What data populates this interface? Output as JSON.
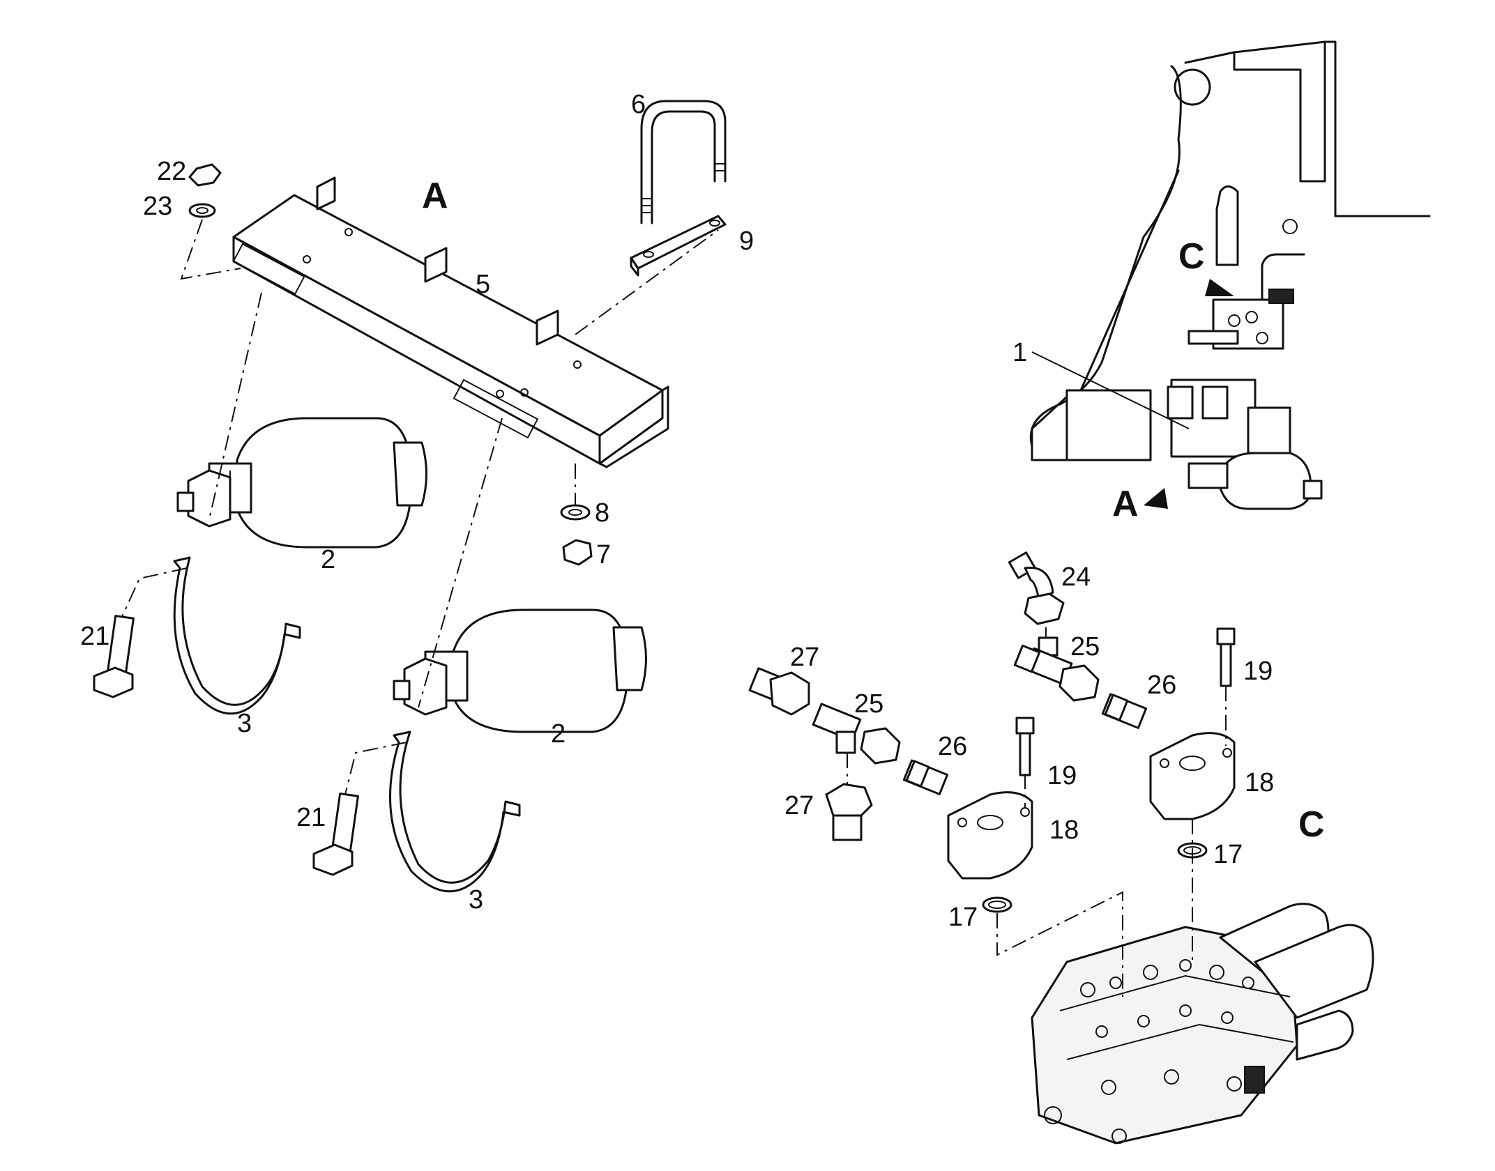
{
  "sections": {
    "a_main": "A",
    "c_main": "C",
    "a_ref": "A",
    "c_ref": "C"
  },
  "callouts": {
    "c1": "1",
    "c2a": "2",
    "c2b": "2",
    "c3a": "3",
    "c3b": "3",
    "c5": "5",
    "c6": "6",
    "c7": "7",
    "c8": "8",
    "c9": "9",
    "c17a": "17",
    "c17b": "17",
    "c18a": "18",
    "c18b": "18",
    "c19a": "19",
    "c19b": "19",
    "c21a": "21",
    "c21b": "21",
    "c22": "22",
    "c23": "23",
    "c24": "24",
    "c25a": "25",
    "c25b": "25",
    "c26a": "26",
    "c26b": "26",
    "c27a": "27",
    "c27b": "27"
  }
}
